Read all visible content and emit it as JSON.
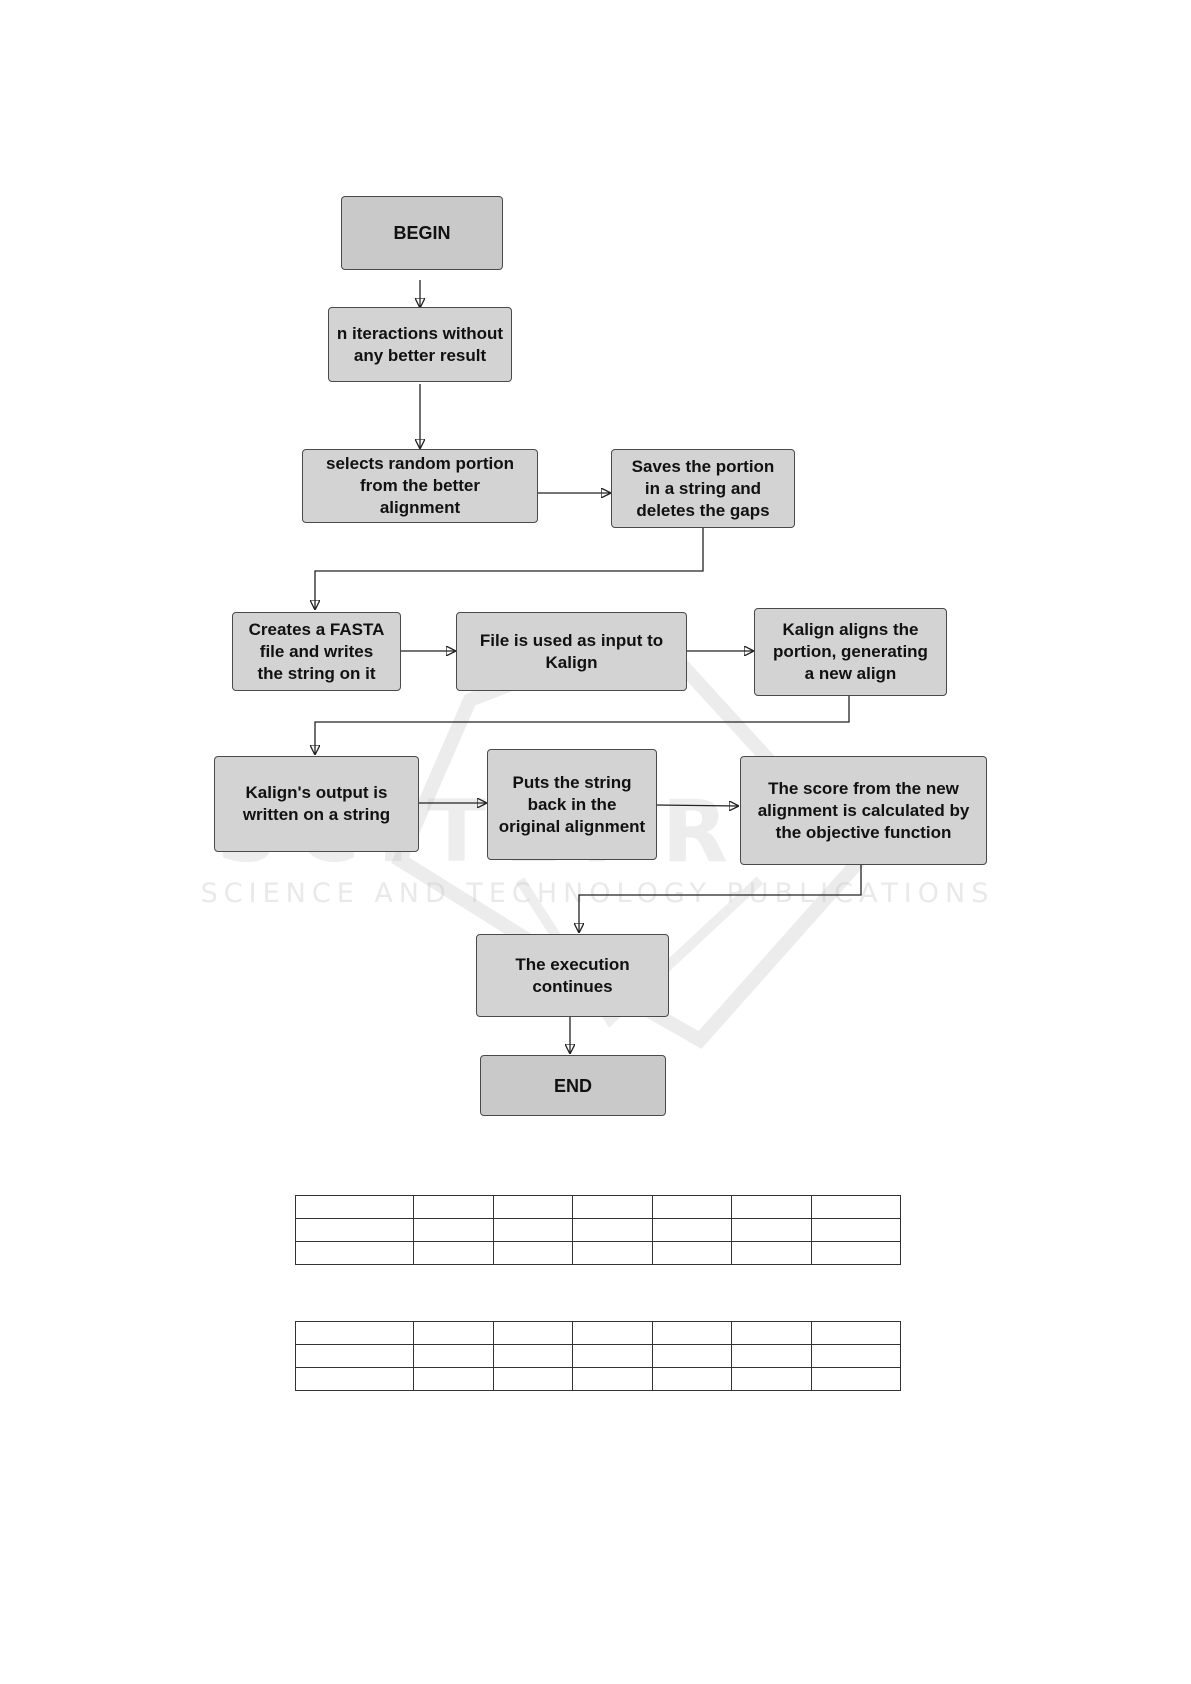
{
  "flowchart": {
    "begin": "BEGIN",
    "n_iterations": "n iteractions without\nany better result",
    "select_portion": "selects random portion\nfrom the better\nalignment",
    "save_portion": "Saves the portion\nin a string and\ndeletes the gaps",
    "create_fasta": "Creates a FASTA\nfile and writes\nthe string on it",
    "file_input": "File is used as input to\nKalign",
    "kalign_aligns": "Kalign aligns the\nportion, generating\na new align",
    "kalign_output": "Kalign's output is\nwritten on a string",
    "puts_back": "Puts the string\nback in the\noriginal alignment",
    "score": "The score from the new\nalignment is calculated by\nthe objective function",
    "execution_continues": "The execution\ncontinues",
    "end": "END"
  },
  "watermark": {
    "logo_text": "SCITEPRESS",
    "subtitle": "SCIENCE AND TECHNOLOGY PUBLICATIONS"
  },
  "tables": {
    "count": 2,
    "rows": 3,
    "columns": 7
  }
}
